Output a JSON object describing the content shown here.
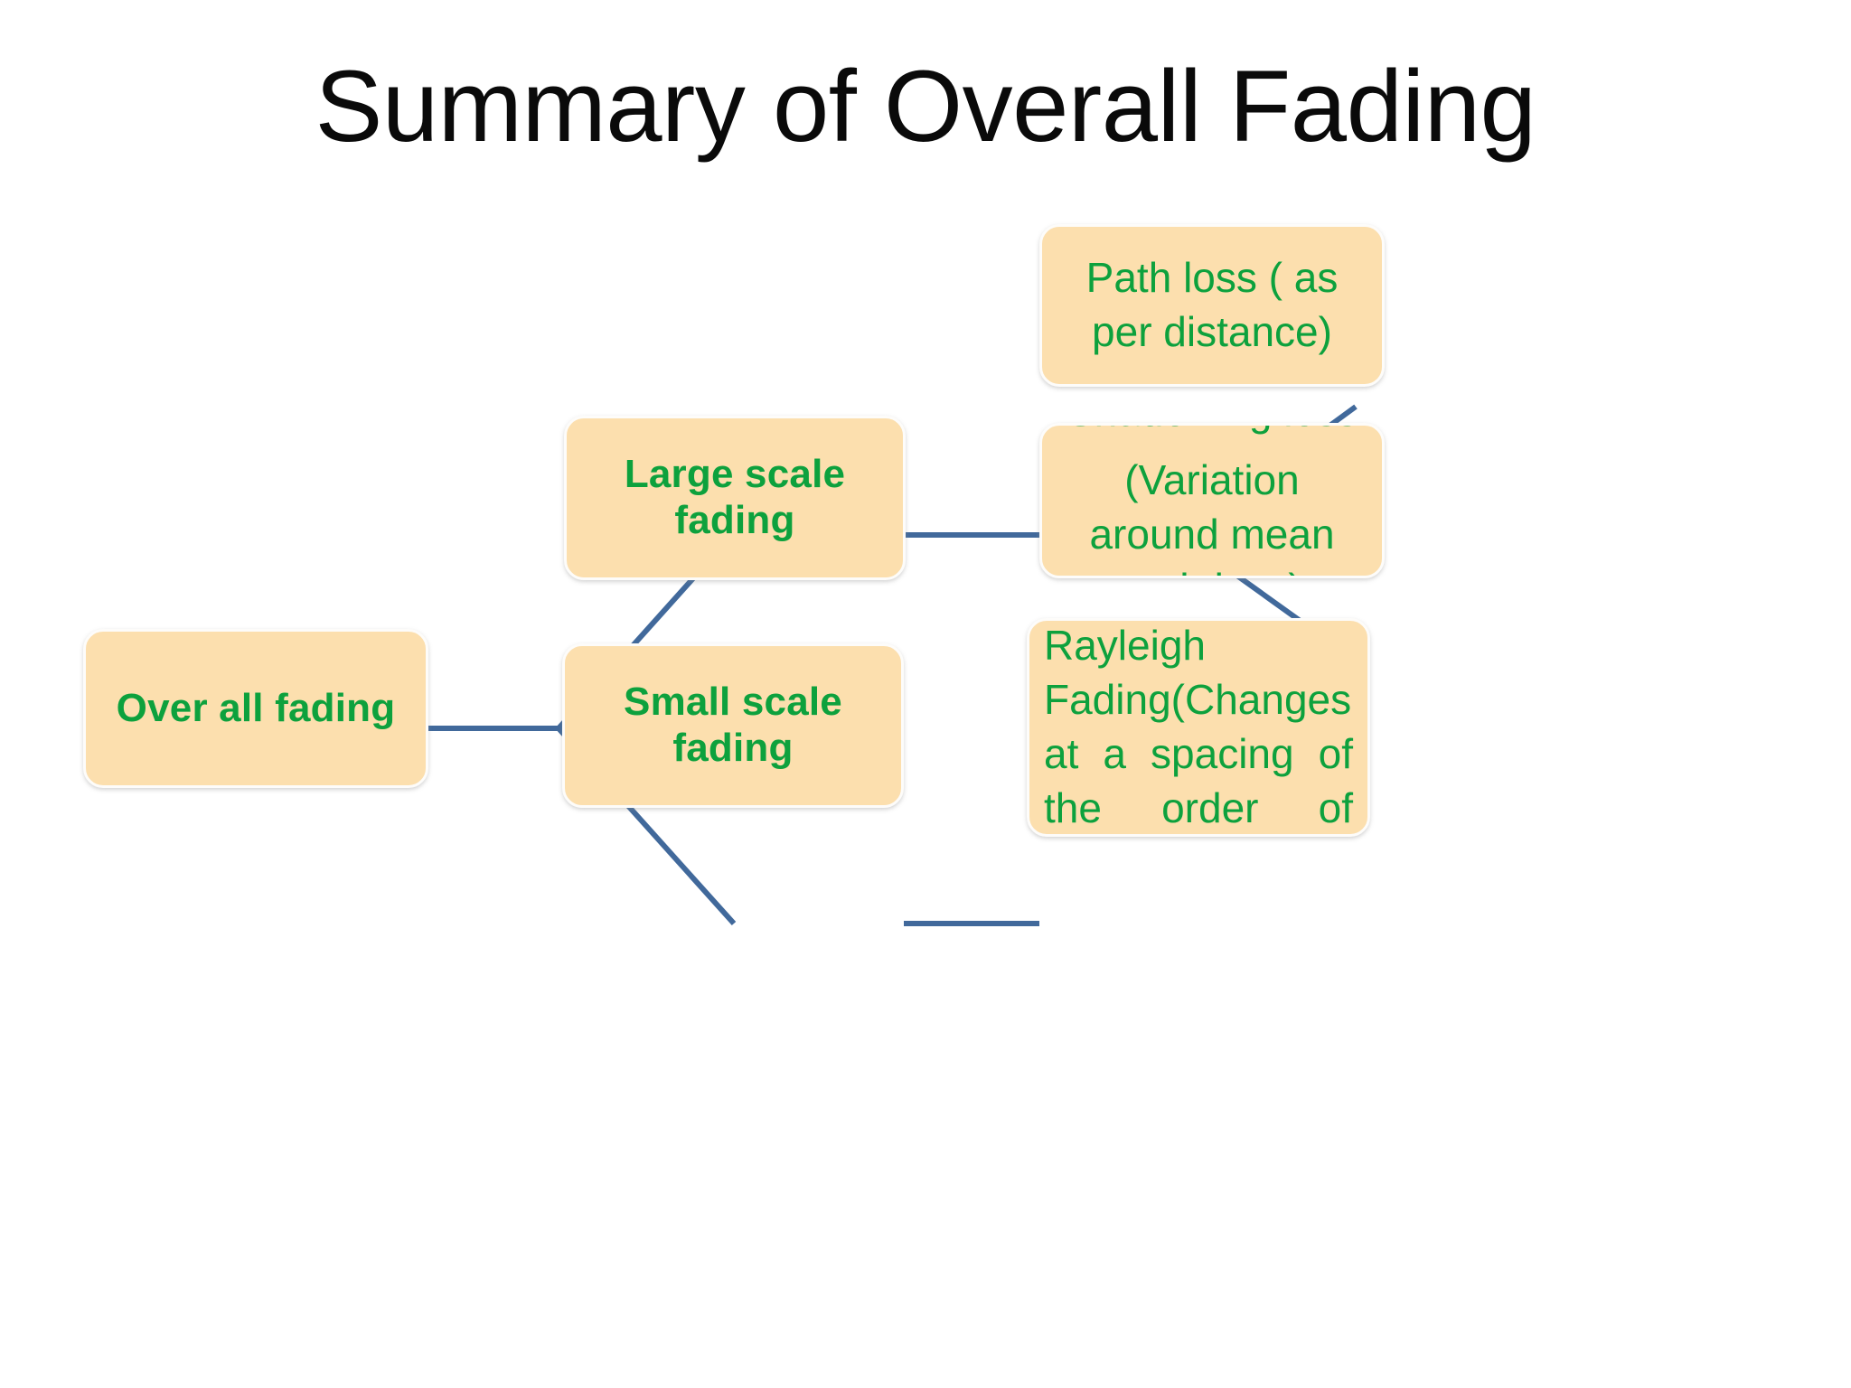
{
  "slide": {
    "title": "Summary of Overall Fading",
    "background_color": "#ffffff"
  },
  "theme": {
    "box_fill": "#fcdfae",
    "box_border": "#fdfcfa",
    "text_green": "#0da13d",
    "connector_blue": "#41699b",
    "title_color": "#0a0a0a"
  },
  "diagram": {
    "type": "tree",
    "root": {
      "id": "overall",
      "label": "Over all fading"
    },
    "level1": [
      {
        "id": "large",
        "label": "Large scale fading"
      },
      {
        "id": "small",
        "label": "Small scale fading"
      }
    ],
    "level2": [
      {
        "id": "pathloss",
        "parent": "large",
        "lines": [
          "Path loss ( as per distance)"
        ]
      },
      {
        "id": "shadowing",
        "parent": "large",
        "lines": [
          "Shadowing loss",
          "(Variation around mean path loss)"
        ]
      },
      {
        "id": "multipath",
        "parent": "small",
        "lines": [
          "Multipath Rayleigh Fading(Changes at a spacing of the order of wavelength)"
        ]
      }
    ],
    "edges": [
      {
        "from": "overall",
        "to": "large"
      },
      {
        "from": "overall",
        "to": "small"
      },
      {
        "from": "large",
        "to": "pathloss"
      },
      {
        "from": "large",
        "to": "shadowing"
      },
      {
        "from": "small",
        "to": "multipath"
      }
    ]
  }
}
